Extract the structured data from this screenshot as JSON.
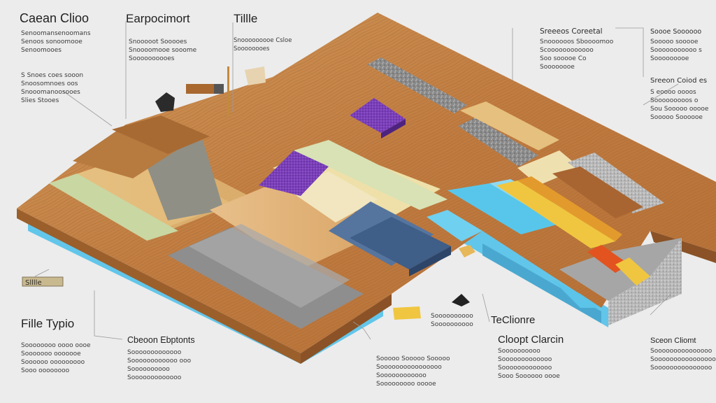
{
  "labels": {
    "top_left": {
      "title": "Caean Clioo",
      "lines": [
        "Senoomansenoomans",
        "Senoos sonoomooe",
        "Senoomooes"
      ]
    },
    "left_mid": {
      "lines": [
        "S Snoes coes sooon",
        "Snoosomnoes oos",
        "Snooomanoosooes",
        "Slies Stooes"
      ]
    },
    "top_center": {
      "title": "Earpocimort",
      "lines": [
        "Snooooot Sooooes",
        "Snoooomooe sooome",
        "Soooooooooes"
      ]
    },
    "top_tile": {
      "title": "Tillle",
      "lines": [
        "Snooooooooe Csloe",
        "Soooooooes"
      ]
    },
    "top_right_a": {
      "title": "Sreeeos Coreetal",
      "lines": [
        "Snoooooos Sboooomoo",
        "Scoooooooooooo",
        "Soo sooooe Co",
        "Soooooooe"
      ]
    },
    "top_right_b": {
      "title": "Soooe Soooooo",
      "lines": [
        "Sooooo sooooe",
        "Sooooooooooo s",
        "Sooooooooe"
      ]
    },
    "right_mid": {
      "title": "Sreeon Coiod es",
      "lines": [
        "S eoooo oooos",
        "Sooooooooos o",
        "Sou Sooooo ooooe",
        "Sooooo Soooooe"
      ]
    },
    "left_bottom": {
      "title": "Fille Typio",
      "lines": [
        "Soooooooo oooo oooe",
        "Sooooooo ooooooe",
        "Soooooo ooooooooo",
        "Sooo oooooooo"
      ]
    },
    "left_badge": {
      "text": "Slllle"
    },
    "bottom_center": {
      "title": "Cbeoon Ebptonts",
      "lines": [
        "Sooooooooooooo",
        "Soooooooooooo ooo",
        "Soooooooooo",
        "Sooooooooooooo"
      ]
    },
    "bottom_mid": {
      "lines": [
        "Sooooo Sooooo Sooooo",
        "Soooooooooooooooo",
        "Soooooooooooo",
        "Sooooooooo ooooe"
      ]
    },
    "bottom_tag": {
      "lines": [
        "Soooooooooo",
        "Soooooooooo"
      ]
    },
    "tech": {
      "title": "TeClionre"
    },
    "cloopt": {
      "title": "Cloopt Clarcin",
      "lines": [
        "Soooooooooo",
        "Sooooooooooooo",
        "Sooooooooooooo",
        "Sooo Soooooo oooe"
      ]
    },
    "bottom_right": {
      "title": "Sceon Cliomt",
      "lines": [
        "Sooooooooooooooo",
        "Soooooooooooooooo",
        "Sooooooooooooooo"
      ]
    }
  },
  "colors": {
    "wood": "#c8874a",
    "wood_dark": "#9b5f2c",
    "wood_light": "#e2b27a",
    "blue_edge": "#5bc4e8",
    "purple": "#7a3fb8",
    "slate": "#4f6f9a",
    "felt_green": "#c9d7a3",
    "cream": "#efe3b0",
    "gray_tile": "#8d8d8d",
    "yellow_strip": "#f0c640",
    "leader": "#9a9a9a"
  }
}
